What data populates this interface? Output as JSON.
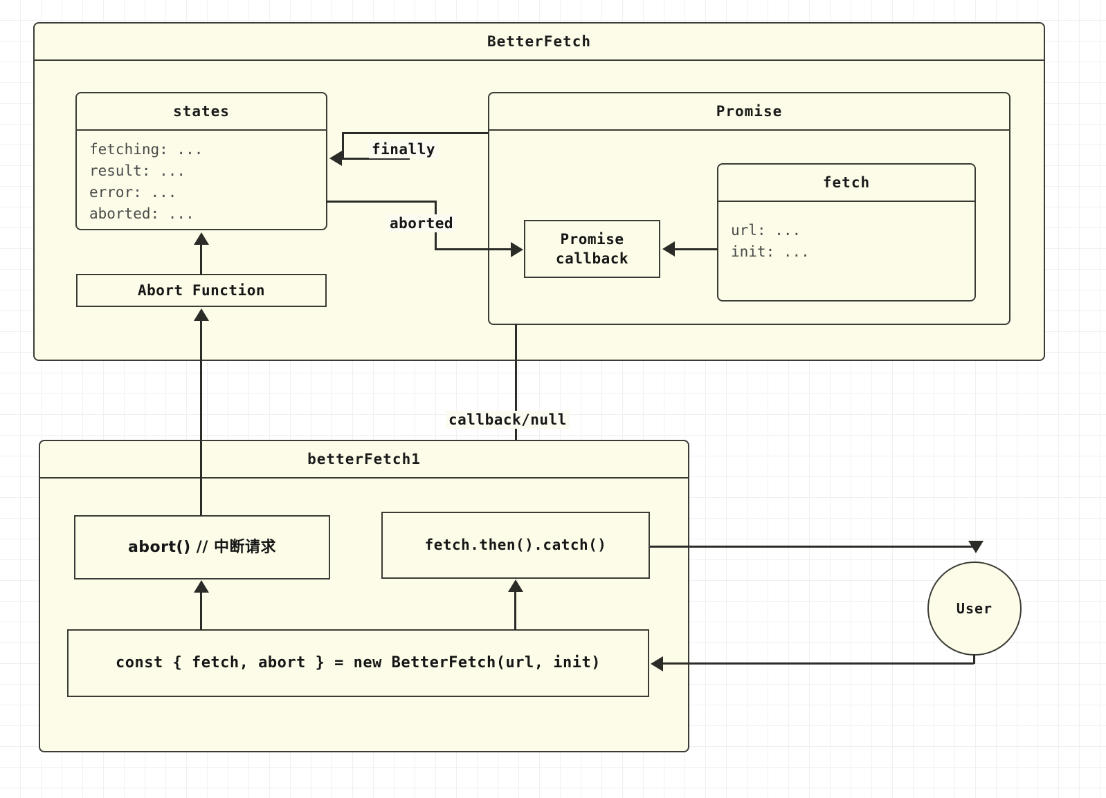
{
  "diagram": {
    "title": "BetterFetch class architecture diagram",
    "colors": {
      "node_fill": "#fcfce8",
      "node_stroke": "#3b3b36",
      "connector": "#2b2b28",
      "canvas_background": "#ffffff",
      "grid_line": "#f0f0f0"
    }
  },
  "better_fetch": {
    "title": "BetterFetch",
    "states": {
      "title": "states",
      "attributes": [
        "fetching: ...",
        "result: ...",
        "error: ...",
        "aborted: ..."
      ]
    },
    "abort_function": {
      "label": "Abort Function"
    },
    "promise": {
      "title": "Promise",
      "promise_callback": {
        "label": "Promise\ncallback"
      },
      "fetch": {
        "title": "fetch",
        "attributes": [
          "url: ...",
          "init: ..."
        ]
      }
    }
  },
  "better_fetch1": {
    "title": "betterFetch1",
    "abort_call": {
      "label": "abort() // 中断请求"
    },
    "fetch_then_catch": {
      "label": "fetch.then().catch()"
    },
    "const_declaration": {
      "label": "const { fetch, abort } = new BetterFetch(url, init)"
    }
  },
  "user": {
    "label": "User"
  },
  "edges": {
    "finally": "finally",
    "aborted": "aborted",
    "callback_null": "callback/null"
  }
}
